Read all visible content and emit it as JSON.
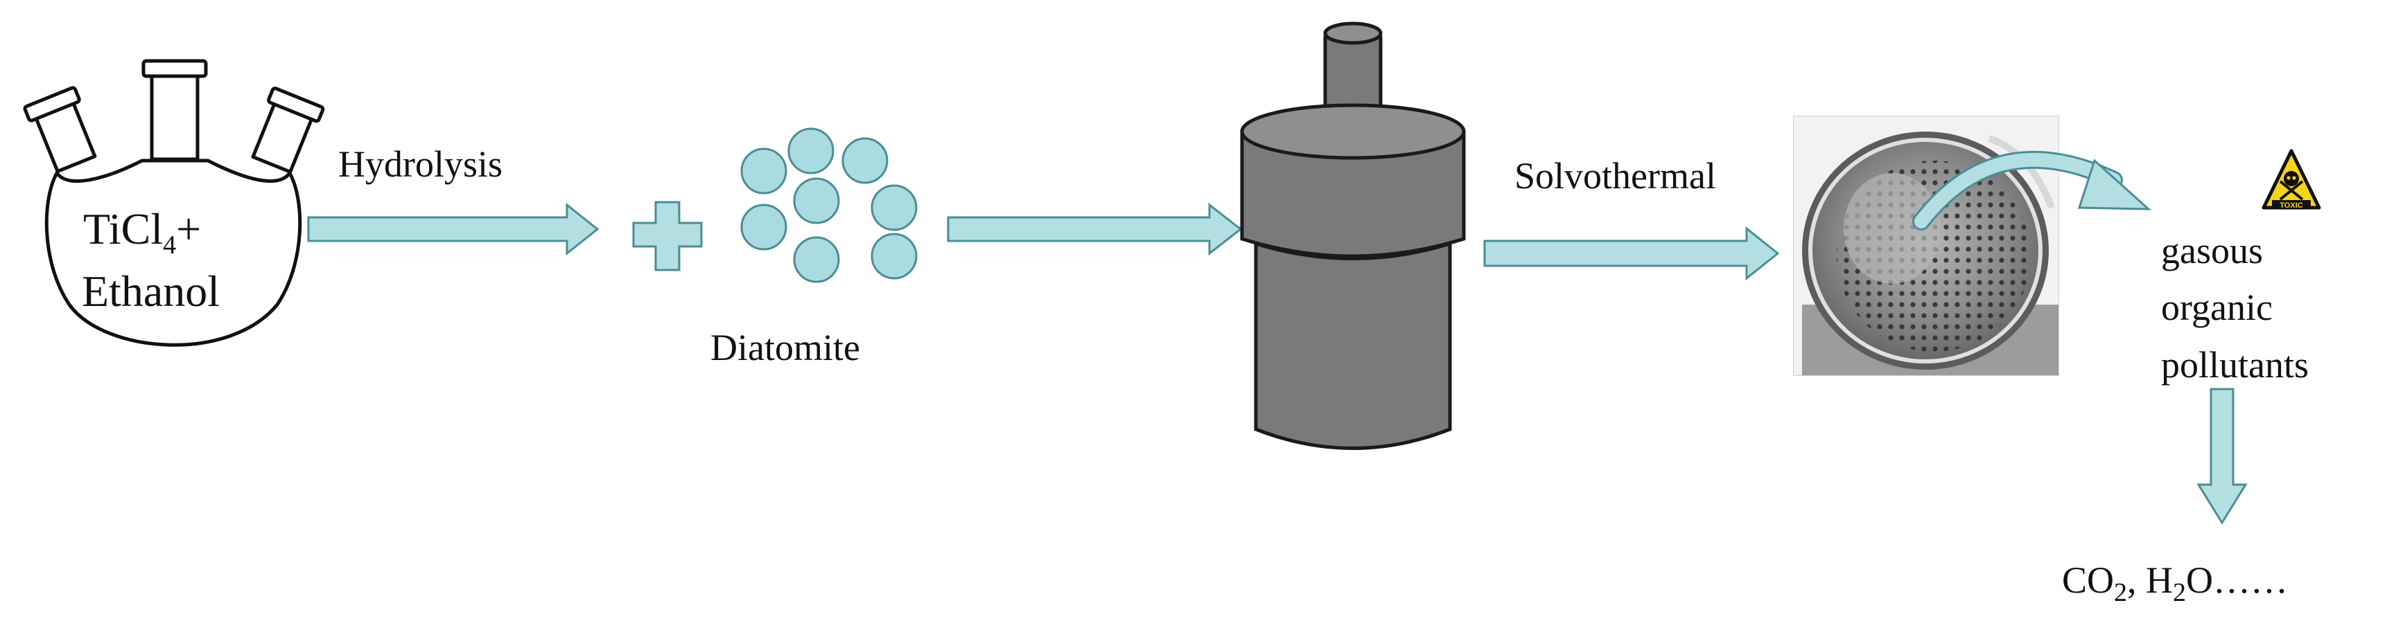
{
  "flask": {
    "reagent_main": "TiCl",
    "reagent_sub": "4",
    "reagent_plus": "+",
    "solvent": "Ethanol"
  },
  "steps": {
    "hydrolysis": "Hydrolysis",
    "diatomite": "Diatomite",
    "solvothermal": "Solvothermal"
  },
  "toxic_sign": {
    "text": "TOXIC",
    "icon": "skull-crossbones-icon"
  },
  "pollutants": {
    "line1": "gasous",
    "line2": "organic",
    "line3": "pollutants"
  },
  "products": {
    "co": "CO",
    "co_sub": "2",
    "sep": ", H",
    "h_sub": "2",
    "tail": "O……"
  },
  "colors": {
    "arrow_fill": "#b3dfe3",
    "arrow_stroke": "#4b8d93",
    "bead_fill": "#a9dbe0",
    "autoclave_fill": "#7a7a7a",
    "toxic_yellow": "#f6d417"
  }
}
